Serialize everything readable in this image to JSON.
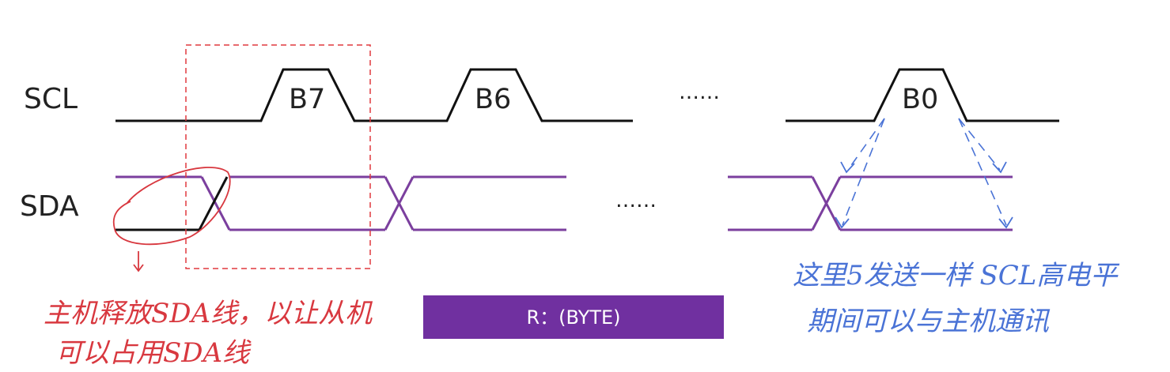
{
  "signals": {
    "scl": "SCL",
    "sda": "SDA"
  },
  "bits": [
    "B7",
    "B6",
    "B0"
  ],
  "ellipsis_scl": "……",
  "ellipsis_sda": "……",
  "byte_bar": {
    "label": "R：(BYTE)",
    "color": "#7030a0"
  },
  "annotations": {
    "red_line1": "主机释放SDA线，以让从机",
    "red_line2": "可以占用SDA线",
    "blue_line1": "这里5发送一样 SCL高电平",
    "blue_line2": "期间可以与主机通讯"
  },
  "colors": {
    "scl_line": "#111111",
    "sda_line": "#7b3f9e",
    "highlight_box": "#e0393e",
    "red_ink": "#d8383f",
    "blue_ink": "#4a73d6"
  }
}
